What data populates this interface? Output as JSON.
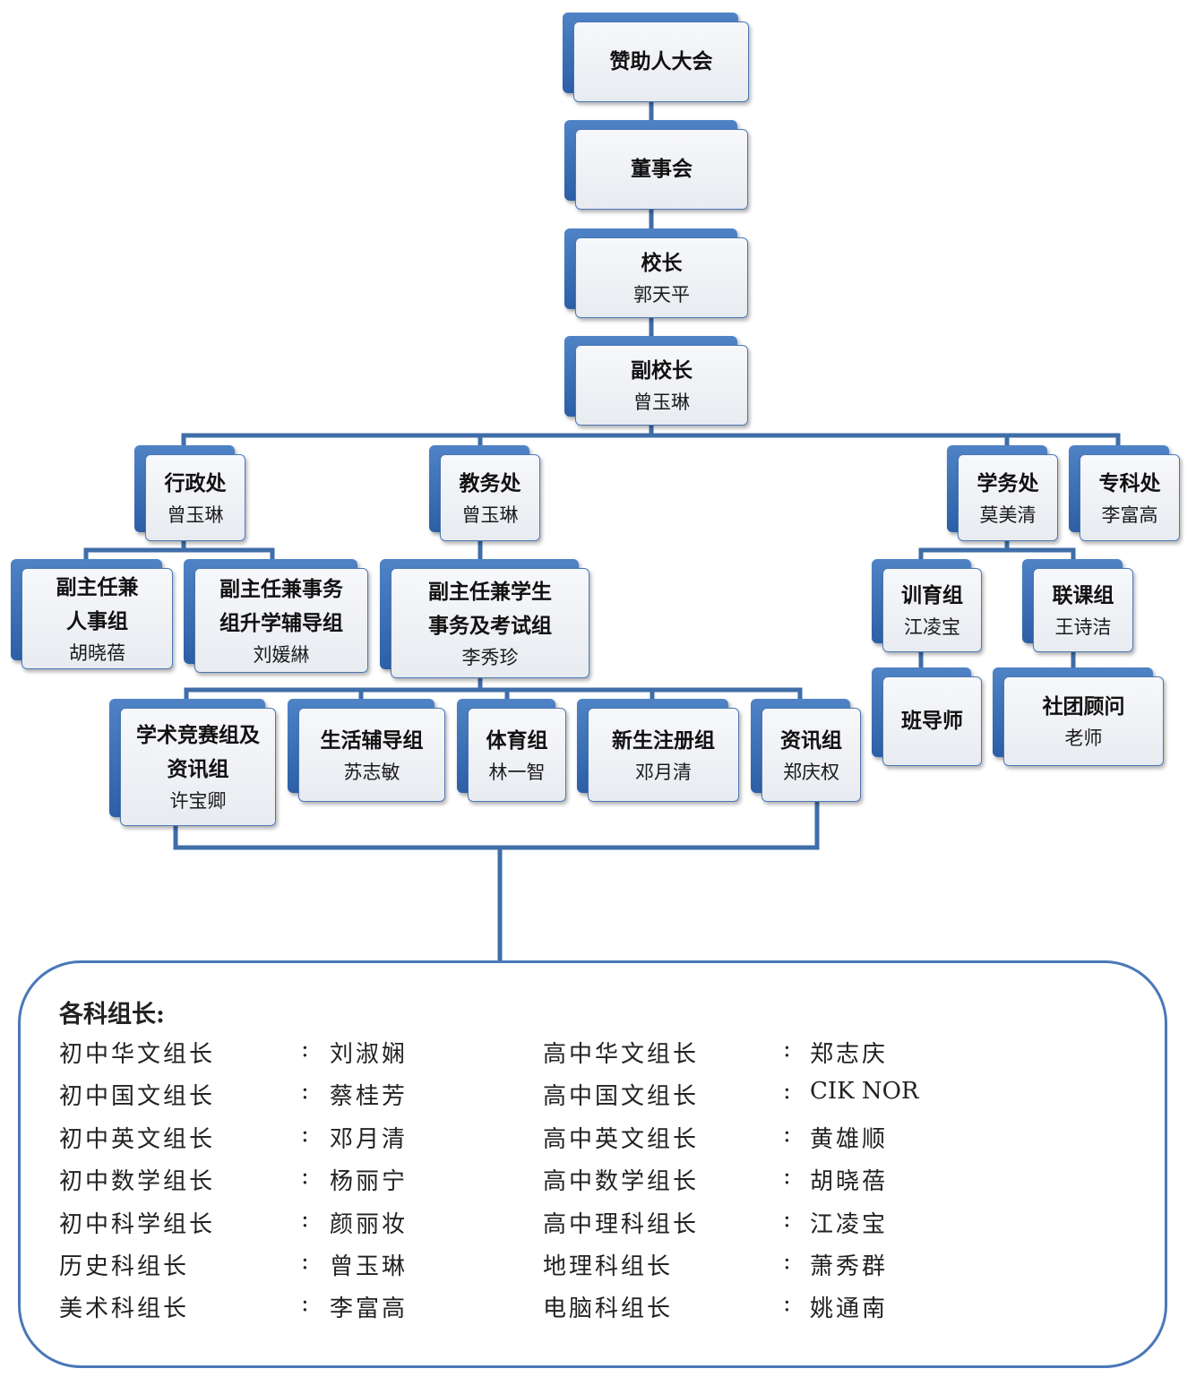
{
  "org_chart": {
    "sponsors": {
      "title": "赞助人大会"
    },
    "board": {
      "title": "董事会"
    },
    "principal": {
      "title": "校长",
      "name": "郭天平"
    },
    "vice_principal": {
      "title": "副校长",
      "name": "曾玉琳"
    },
    "admin_office": {
      "title": "行政处",
      "name": "曾玉琳"
    },
    "academic_office": {
      "title": "教务处",
      "name": "曾玉琳"
    },
    "student_affairs": {
      "title": "学务处",
      "name": "莫美清"
    },
    "vocational": {
      "title": "专科处",
      "name": "李富高"
    },
    "hr_group": {
      "title_lines": [
        "副主任兼",
        "人事组"
      ],
      "name": "胡晓蓓"
    },
    "affairs_group": {
      "title_lines": [
        "副主任兼事务",
        "组升学辅导组"
      ],
      "name": "刘媛綝"
    },
    "exam_group": {
      "title_lines": [
        "副主任兼学生",
        "事务及考试组"
      ],
      "name": "李秀珍"
    },
    "discipline_group": {
      "title": "训育组",
      "name": "江凌宝"
    },
    "cocurricular_group": {
      "title": "联课组",
      "name": "王诗洁"
    },
    "class_teacher": {
      "title": "班导师"
    },
    "club_advisor": {
      "title": "社团顾问",
      "name": "老师"
    },
    "competition_group": {
      "title_lines": [
        "学术竞赛组及",
        "资讯组"
      ],
      "name": "许宝卿"
    },
    "counseling_group": {
      "title": "生活辅导组",
      "name": "苏志敏"
    },
    "sports_group": {
      "title": "体育组",
      "name": "林一智"
    },
    "registration_group": {
      "title": "新生注册组",
      "name": "邓月清"
    },
    "it_group": {
      "title": "资讯组",
      "name": "郑庆权"
    }
  },
  "subject_heads": {
    "title": "各科组长:",
    "separator": ":",
    "rows": [
      {
        "left_role": "初中华文组长",
        "left_name": "刘淑娴",
        "right_role": "高中华文组长",
        "right_name": "郑志庆"
      },
      {
        "left_role": "初中国文组长",
        "left_name": "蔡桂芳",
        "right_role": "高中国文组长",
        "right_name": "CIK NOR"
      },
      {
        "left_role": "初中英文组长",
        "left_name": "邓月清",
        "right_role": "高中英文组长",
        "right_name": "黄雄顺"
      },
      {
        "left_role": "初中数学组长",
        "left_name": "杨丽宁",
        "right_role": "高中数学组长",
        "right_name": "胡晓蓓"
      },
      {
        "left_role": "初中科学组长",
        "left_name": "颜丽妆",
        "right_role": "高中理科组长",
        "right_name": "江凌宝"
      },
      {
        "left_role": "历史科组长",
        "left_name": "曾玉琳",
        "right_role": "地理科组长",
        "right_name": "萧秀群"
      },
      {
        "left_role": "美术科组长",
        "left_name": "李富高",
        "right_role": "电脑科组长",
        "right_name": "姚通南"
      }
    ]
  },
  "colors": {
    "connector": "#3f6ea8",
    "box_back": "#3a6db5",
    "box_face": "#eef0f4",
    "border": "#4a78b8"
  }
}
